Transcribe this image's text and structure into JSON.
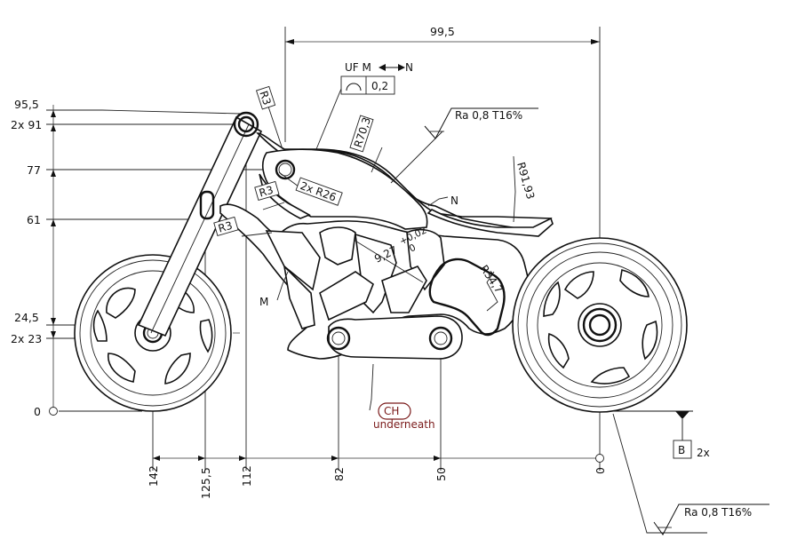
{
  "drawing": {
    "top_dimension": "99,5",
    "h_dims": [
      "142",
      "125,5",
      "112",
      "82",
      "50",
      "0"
    ],
    "v_dims": [
      "95,5",
      "2x 91",
      "77",
      "61",
      "24,5",
      "2x 23",
      "0"
    ],
    "radius_labels": {
      "r3_top": "R3",
      "r3_mid": "R3",
      "r3_low": "R3",
      "r70": "R70,3",
      "r26": "2x R26",
      "r91": "R91,93",
      "r34": "R34,7"
    },
    "profile": {
      "uf_text": "UF M",
      "uf_dir": "N",
      "tolerance": "0,2"
    },
    "surface_finish_top": "Ra 0,8  T16%",
    "surface_finish_bottom": "Ra 0,8  T16%",
    "slot_dimension": {
      "value": "9,27",
      "tol_upper": "+0,02",
      "tol_lower": "0"
    },
    "point_labels": {
      "n": "N",
      "m": "M"
    },
    "datum": {
      "letter": "B",
      "count": "2x"
    },
    "ch_note": {
      "code": "CH",
      "text": "underneath"
    }
  }
}
